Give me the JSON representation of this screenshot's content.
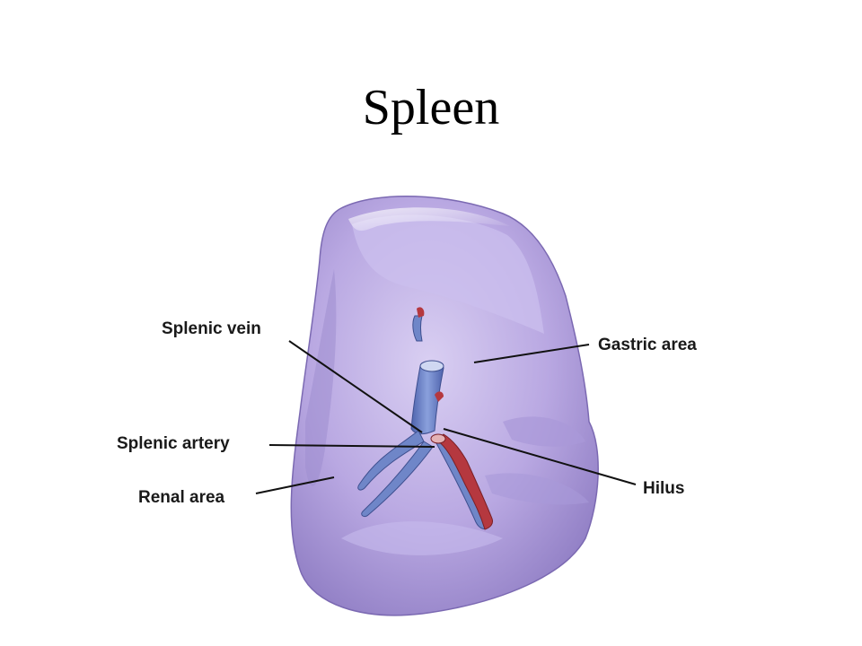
{
  "slide": {
    "title": "Spleen"
  },
  "diagram": {
    "labels": {
      "splenic_vein": "Splenic vein",
      "gastric_area": "Gastric area",
      "splenic_artery": "Splenic artery",
      "hilus": "Hilus",
      "renal_area": "Renal area"
    },
    "colors": {
      "organ": "#b8a6e0",
      "organ_shadow": "#8f7cc4",
      "organ_highlight": "#e4dcf7",
      "vein": "#6f86c8",
      "artery": "#b5383f"
    }
  }
}
